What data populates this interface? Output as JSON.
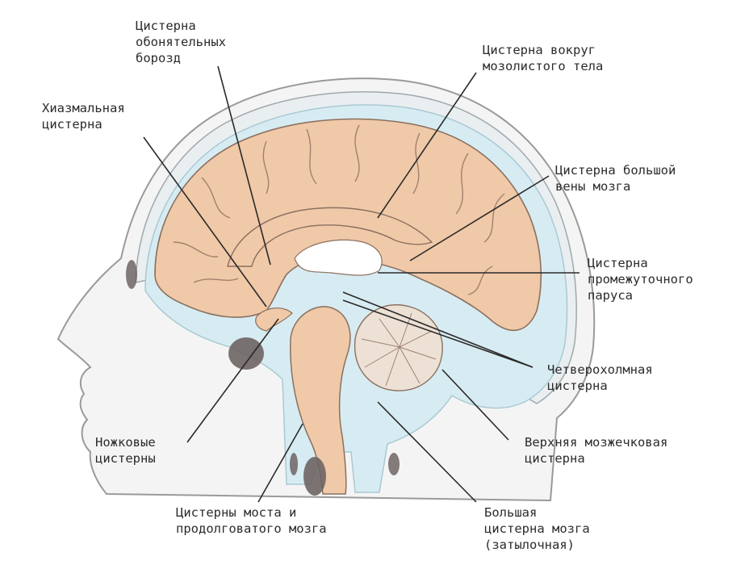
{
  "labels": {
    "olfactory": [
      "Цистерна",
      "обонятельных",
      "борозд"
    ],
    "corpus_callosum": [
      "Цистерна вокруг",
      "мозолистого тела"
    ],
    "chiasmal": [
      "Хиазмальная",
      "цистерна"
    ],
    "great_vein": [
      "Цистерна большой",
      "вены мозга"
    ],
    "velum": [
      "Цистерна",
      "промежуточного",
      "паруса"
    ],
    "quadrigeminal": [
      "Четверохолмная",
      "цистерна"
    ],
    "peduncular": [
      "Ножковые",
      "цистерны"
    ],
    "superior_cerebellar": [
      "Верхняя мозжечковая",
      "цистерна"
    ],
    "pons_medulla": [
      "Цистерны моста и",
      "продолговатого мозга"
    ],
    "magna": [
      "Большая",
      "цистерна мозга",
      "(затылочная)"
    ]
  },
  "colors": {
    "brain": "#f0c9a8",
    "brain_outline": "#8a7060",
    "csf": "#d7ecf2",
    "csf_outline": "#a9c9d4",
    "skin": "#f4f4f4",
    "outline": "#9a9a9a",
    "dark_shadow": "#6e6464",
    "leader": "#2a2a2a",
    "text": "#2b2b2b"
  }
}
